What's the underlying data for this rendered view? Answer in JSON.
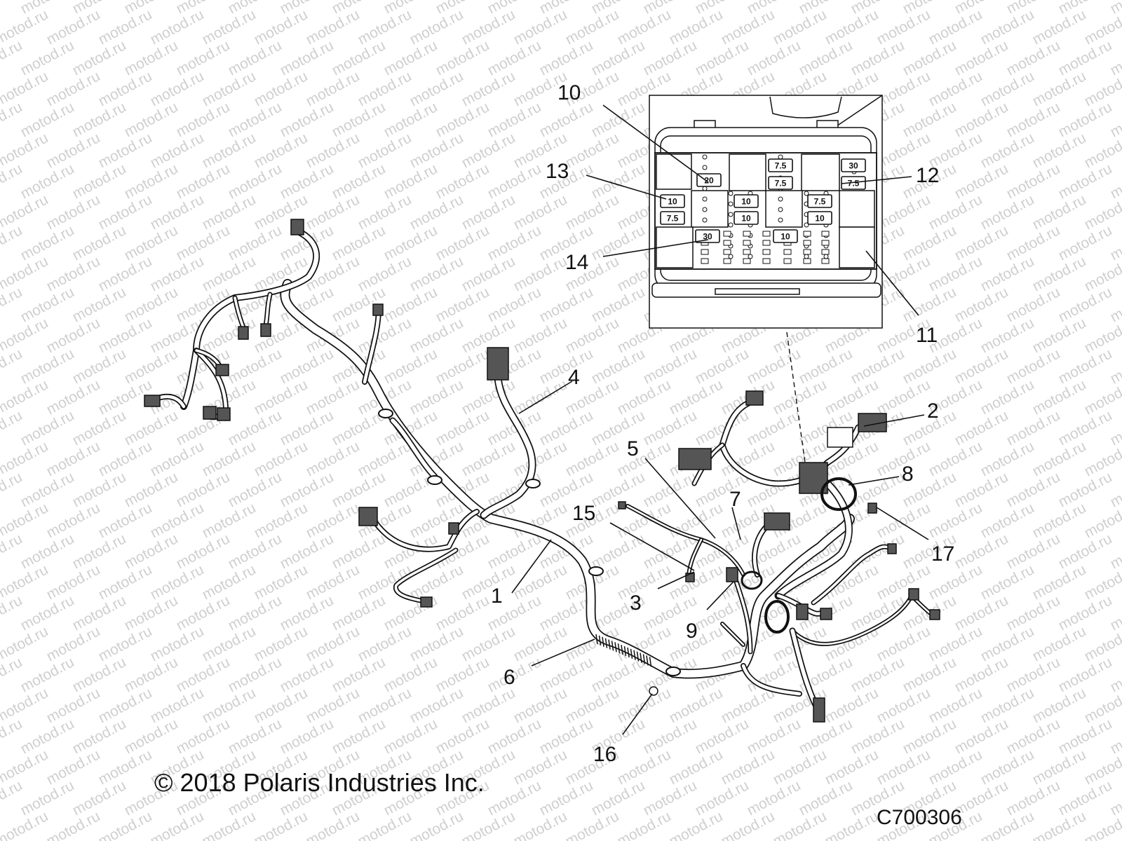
{
  "watermark": "motod.ru",
  "callouts": [
    {
      "id": "1",
      "label": "1"
    },
    {
      "id": "2",
      "label": "2"
    },
    {
      "id": "3",
      "label": "3"
    },
    {
      "id": "4",
      "label": "4"
    },
    {
      "id": "5",
      "label": "5"
    },
    {
      "id": "6",
      "label": "6"
    },
    {
      "id": "7",
      "label": "7"
    },
    {
      "id": "8",
      "label": "8"
    },
    {
      "id": "9",
      "label": "9"
    },
    {
      "id": "10",
      "label": "10"
    },
    {
      "id": "11",
      "label": "11"
    },
    {
      "id": "12",
      "label": "12"
    },
    {
      "id": "13",
      "label": "13"
    },
    {
      "id": "14",
      "label": "14"
    },
    {
      "id": "15",
      "label": "15"
    },
    {
      "id": "16",
      "label": "16"
    },
    {
      "id": "17",
      "label": "17"
    }
  ],
  "fuses": [
    "20",
    "7.5",
    "7.5",
    "30",
    "7.5",
    "10",
    "7.5",
    "10",
    "10",
    "7.5",
    "10",
    "30",
    "10"
  ],
  "copyright": "© 2018 Polaris Industries Inc.",
  "drawing_code": "C700306"
}
